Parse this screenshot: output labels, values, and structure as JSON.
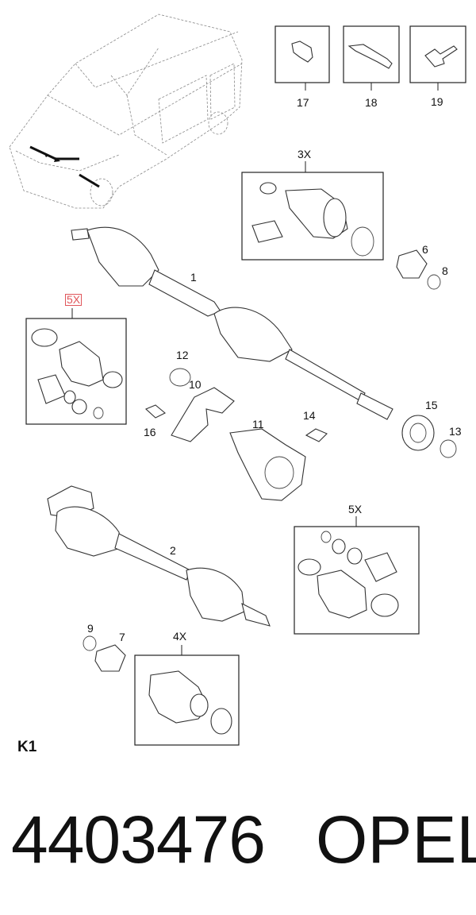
{
  "labels": {
    "l1": "1",
    "l2": "2",
    "l3x": "3X",
    "l4x": "4X",
    "l5x_top": "5X",
    "l5x_right": "5X",
    "l6": "6",
    "l7": "7",
    "l8": "8",
    "l9": "9",
    "l10": "10",
    "l11": "11",
    "l12": "12",
    "l13": "13",
    "l14": "14",
    "l15": "15",
    "l16": "16",
    "l17": "17",
    "l18": "18",
    "l19": "19"
  },
  "page_code": "K1",
  "part_number": "4403476",
  "brand": "OPEL",
  "colors": {
    "highlight": "#e0555a",
    "line": "#333333"
  }
}
